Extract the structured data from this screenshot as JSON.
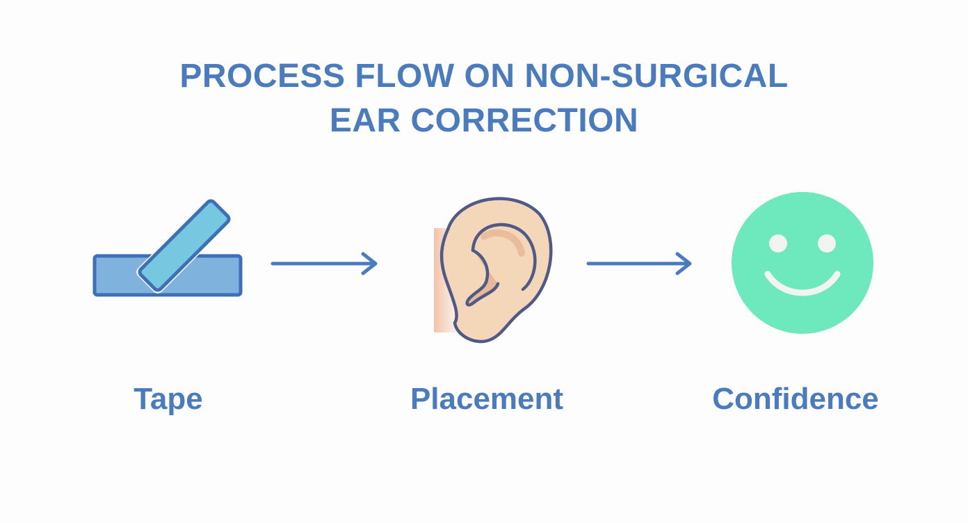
{
  "title": {
    "line1": "PROCESS FLOW ON NON-SURGICAL",
    "line2": "EAR CORRECTION"
  },
  "steps": [
    {
      "label": "Tape",
      "icon": "tape-icon"
    },
    {
      "label": "Placement",
      "icon": "ear-icon"
    },
    {
      "label": "Confidence",
      "icon": "smiley-face-icon"
    }
  ],
  "connectors": [
    "arrow-right-icon",
    "arrow-right-icon"
  ],
  "colors": {
    "title": "#4a7bbf",
    "label": "#4a7bbf",
    "arrow": "#4a7bbf",
    "tape_fill": "#7fb2dd",
    "tape_strip_fill": "#76c7df",
    "tape_stroke": "#3f6fb6",
    "ear_fill": "#f4d6b8",
    "ear_stroke": "#4f5a87",
    "smiley_fill": "#6ee9be",
    "smiley_features": "#f1f4f0"
  }
}
